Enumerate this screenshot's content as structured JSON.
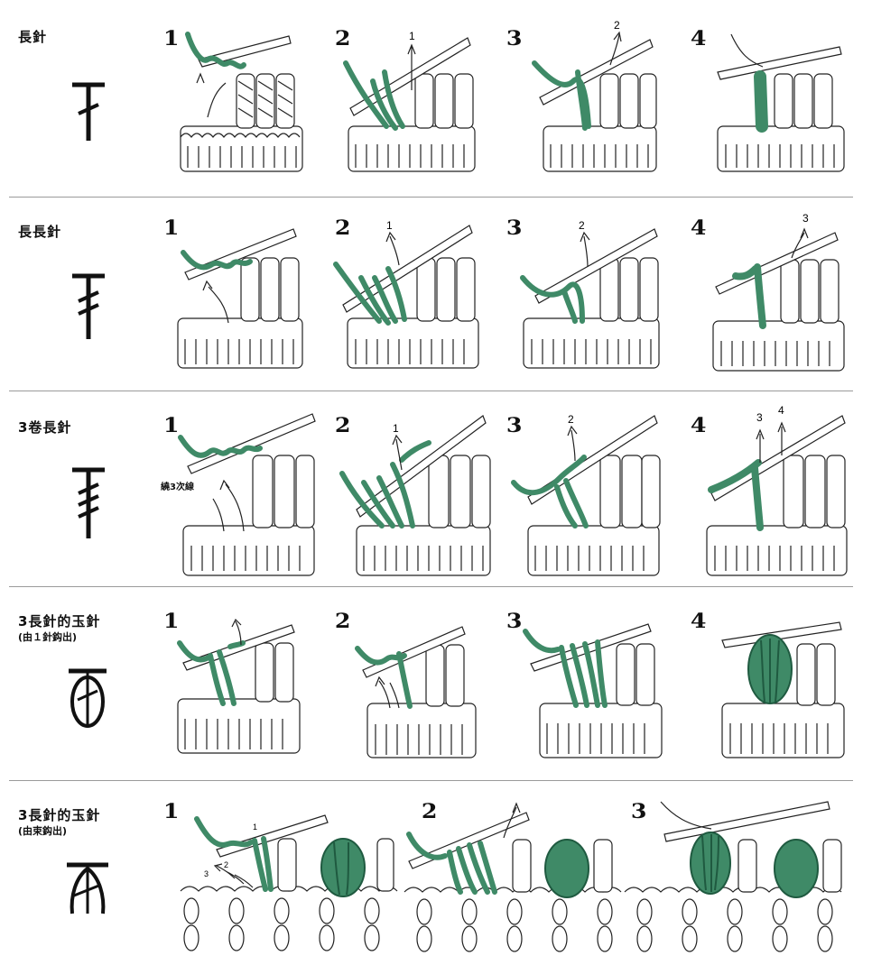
{
  "rows": [
    {
      "title": "長針",
      "subtitle": "",
      "symbol": "double-crochet-symbol",
      "steps": [
        {
          "label": "1",
          "markers": []
        },
        {
          "label": "2",
          "markers": [
            "1"
          ]
        },
        {
          "label": "3",
          "markers": [
            "2"
          ]
        },
        {
          "label": "4",
          "markers": []
        }
      ]
    },
    {
      "title": "長長針",
      "subtitle": "",
      "symbol": "treble-crochet-symbol",
      "steps": [
        {
          "label": "1",
          "markers": []
        },
        {
          "label": "2",
          "markers": [
            "1"
          ]
        },
        {
          "label": "3",
          "markers": [
            "2"
          ]
        },
        {
          "label": "4",
          "markers": [
            "3"
          ]
        }
      ]
    },
    {
      "title": "3卷長針",
      "subtitle": "",
      "symbol": "triple-treble-symbol",
      "note": "繞3次線",
      "steps": [
        {
          "label": "1",
          "markers": []
        },
        {
          "label": "2",
          "markers": [
            "1"
          ]
        },
        {
          "label": "3",
          "markers": [
            "2"
          ]
        },
        {
          "label": "4",
          "markers": [
            "3",
            "4"
          ]
        }
      ]
    },
    {
      "title": "3長針的玉針",
      "subtitle": "(由１針鈎出)",
      "symbol": "cluster-one-stitch-symbol",
      "steps": [
        {
          "label": "1",
          "markers": []
        },
        {
          "label": "2",
          "markers": []
        },
        {
          "label": "3",
          "markers": []
        },
        {
          "label": "4",
          "markers": []
        }
      ]
    },
    {
      "title": "3長針的玉針",
      "subtitle": "(由束鈎出)",
      "symbol": "cluster-bundle-symbol",
      "steps": [
        {
          "label": "1",
          "markers": [
            "1",
            "2",
            "3"
          ]
        },
        {
          "label": "2",
          "markers": []
        },
        {
          "label": "3",
          "markers": []
        }
      ]
    }
  ],
  "colors": {
    "yarn_green": "#3f8a67",
    "yarn_dark": "#1f5a40",
    "line": "#1a1a1a",
    "divider": "#9a9a9a"
  }
}
